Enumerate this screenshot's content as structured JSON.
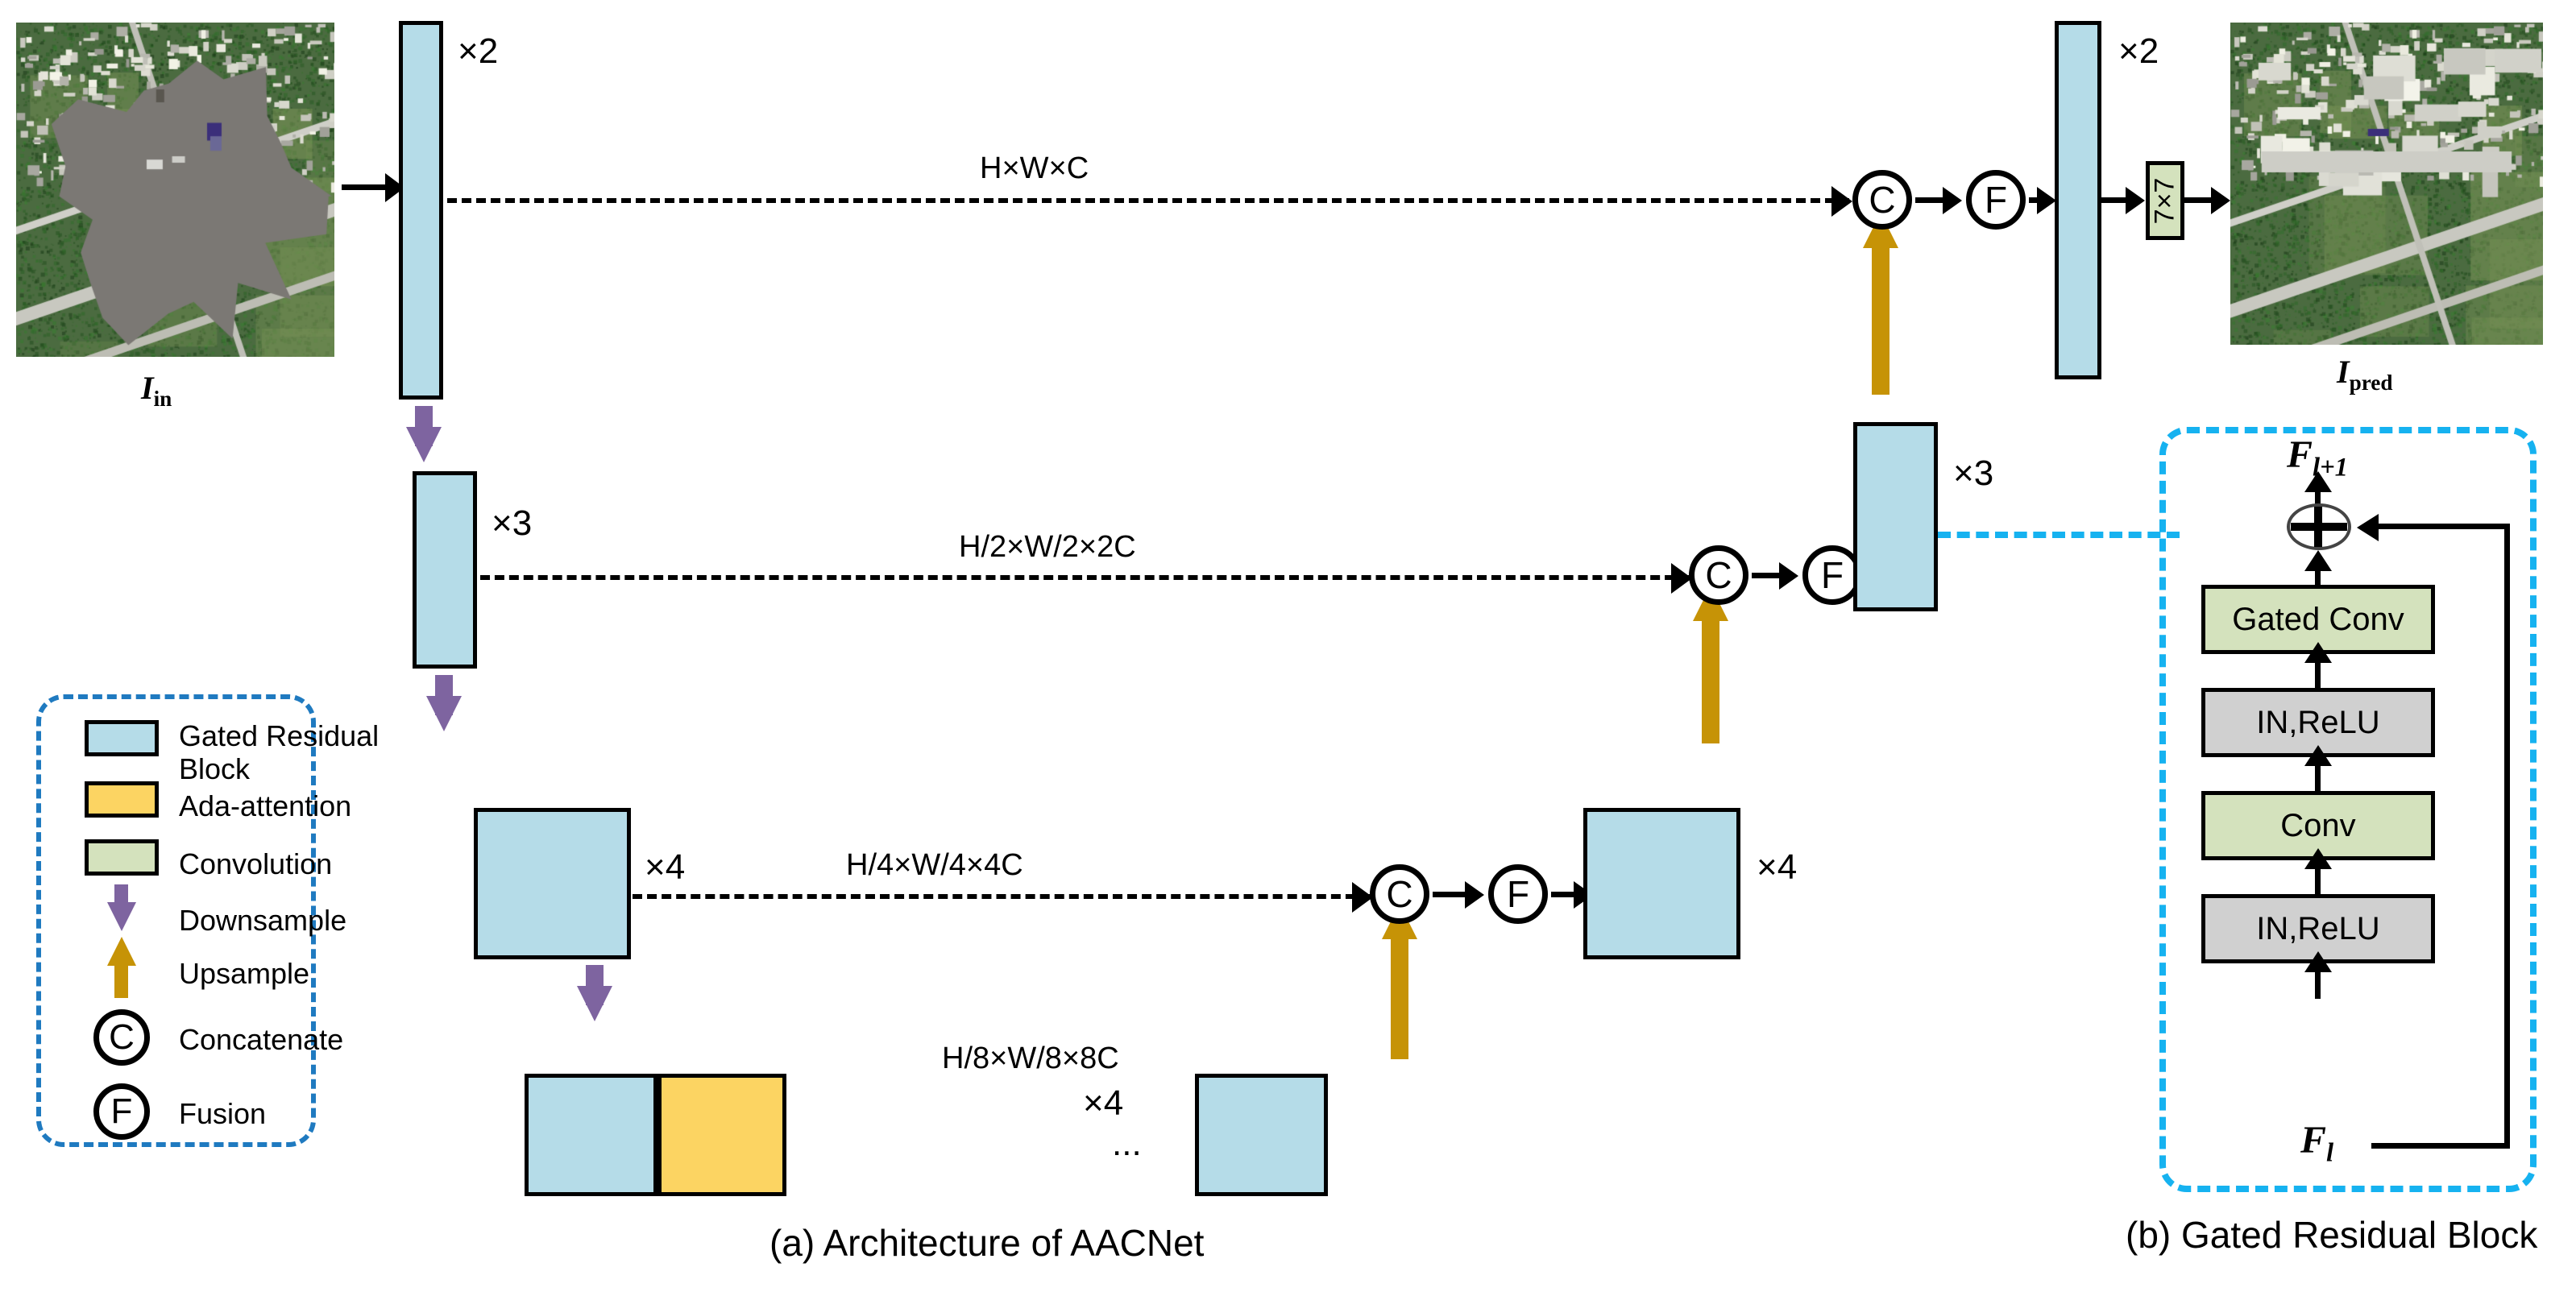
{
  "figure": {
    "caption_a": "(a) Architecture of AACNet",
    "caption_b": "(b) Gated Residual Block"
  },
  "io": {
    "input_label_main": "I",
    "input_label_sub": "in",
    "output_label_main": "I",
    "output_label_sub": "pred"
  },
  "encoder": [
    {
      "repeat": "×2",
      "dims": "H×W×C"
    },
    {
      "repeat": "×3",
      "dims": "H/2×W/2×2C"
    },
    {
      "repeat": "×4",
      "dims": "H/4×W/4×4C"
    }
  ],
  "bottleneck": {
    "dims": "H/8×W/8×8C",
    "repeat": "×4",
    "ellipsis": "...",
    "left_block": "gated-residual-block",
    "attention_block": "ada-attention"
  },
  "decoder": [
    {
      "repeat": "×2"
    },
    {
      "repeat": "×3"
    },
    {
      "repeat": "×4"
    }
  ],
  "ops": {
    "concat": "C",
    "fusion": "F",
    "final_conv": "7×7"
  },
  "legend": {
    "items": [
      {
        "icon": "blue-square-swatch",
        "label": "Gated Residual\nBlock"
      },
      {
        "icon": "yellow-square-swatch",
        "label": "Ada-attention"
      },
      {
        "icon": "green-square-swatch",
        "label": "Convolution"
      },
      {
        "icon": "down-arrow-icon",
        "label": "Downsample"
      },
      {
        "icon": "up-arrow-icon",
        "label": "Upsample"
      },
      {
        "icon": "circle-c-icon",
        "label": "Concatenate"
      },
      {
        "icon": "circle-f-icon",
        "label": "Fusion"
      }
    ]
  },
  "gated_residual_block": {
    "output_label_main": "F",
    "output_label_sub": "l+1",
    "input_label_main": "F",
    "input_label_sub": "l",
    "add_symbol": "+",
    "layers": [
      {
        "name": "gated-conv",
        "label": "Gated Conv",
        "style": "conv"
      },
      {
        "name": "in-relu-2",
        "label": "IN,ReLU",
        "style": "norm"
      },
      {
        "name": "conv",
        "label": "Conv",
        "style": "conv"
      },
      {
        "name": "in-relu-1",
        "label": "IN,ReLU",
        "style": "norm"
      }
    ]
  },
  "colors": {
    "gated_residual_block": "#b5dce8",
    "ada_attention": "#fcd462",
    "convolution": "#d4e2bd",
    "norm_layer": "#d0d0d0",
    "downsample_arrow": "#7e64a0",
    "upsample_arrow": "#c69306",
    "legend_border": "#1f7ac0",
    "panel_b_border": "#16b2f0"
  }
}
